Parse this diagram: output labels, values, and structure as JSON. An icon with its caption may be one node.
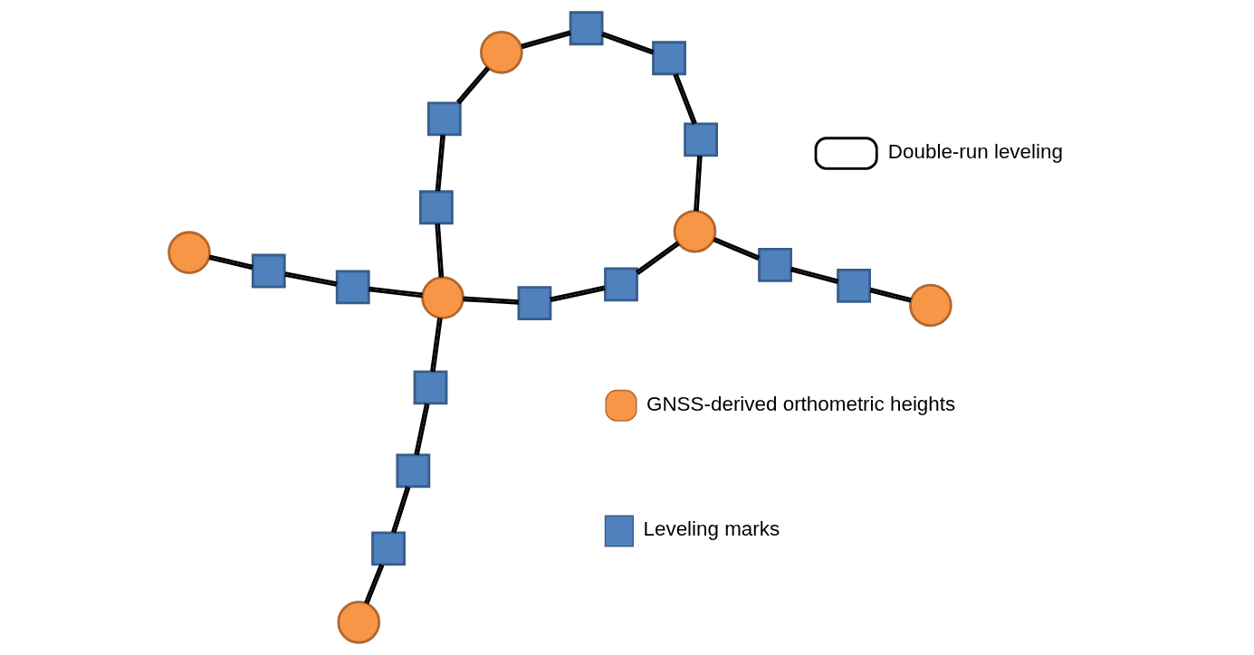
{
  "diagram": {
    "nodes": [
      {
        "text": [],
        "shape": "circle"
      },
      {
        "text": [],
        "shape": "box"
      },
      {
        "text": [],
        "shape": "circle"
      },
      {
        "text": [],
        "shape": "box"
      },
      {
        "text": [],
        "shape": "box"
      },
      {
        "text": [],
        "shape": "box"
      },
      {
        "text": [],
        "shape": "box"
      },
      {
        "text": [],
        "shape": "circle"
      },
      {
        "text": [],
        "shape": "box"
      },
      {
        "text": [],
        "shape": "box"
      },
      {
        "text": [],
        "shape": "box"
      },
      {
        "text": [],
        "shape": "circle"
      },
      {
        "text": [],
        "shape": "box"
      },
      {
        "text": [],
        "shape": "box"
      },
      {
        "text": [],
        "shape": "box"
      },
      {
        "text": [],
        "shape": "box"
      },
      {
        "text": [],
        "shape": "circle"
      },
      {
        "text": [],
        "shape": "box"
      },
      {
        "text": [],
        "shape": "box"
      },
      {
        "text": [],
        "shape": "circle"
      }
    ],
    "edges": [
      {
        "from": 2,
        "to": 3,
        "arrow": "none"
      },
      {
        "from": 3,
        "to": 4,
        "arrow": "none"
      },
      {
        "from": 4,
        "to": 6,
        "arrow": "none"
      },
      {
        "from": 6,
        "to": 7,
        "arrow": "none"
      },
      {
        "from": 0,
        "to": 1,
        "arrow": "none"
      },
      {
        "from": 1,
        "to": 5,
        "arrow": "none"
      },
      {
        "from": 5,
        "to": 7,
        "arrow": "none"
      },
      {
        "from": 7,
        "to": 8,
        "arrow": "none"
      },
      {
        "from": 8,
        "to": 10,
        "arrow": "none"
      },
      {
        "from": 10,
        "to": 11,
        "arrow": "none"
      },
      {
        "from": 7,
        "to": 9,
        "arrow": "none"
      },
      {
        "from": 9,
        "to": 13,
        "arrow": "none"
      },
      {
        "from": 13,
        "to": 19,
        "arrow": "none"
      },
      {
        "from": 11,
        "to": 14,
        "arrow": "none"
      },
      {
        "from": 14,
        "to": 17,
        "arrow": "none"
      },
      {
        "from": 17,
        "to": 18,
        "arrow": "none"
      },
      {
        "from": 18,
        "to": 19,
        "arrow": "none"
      },
      {
        "from": 16,
        "to": 15,
        "arrow": "none"
      },
      {
        "from": 15,
        "to": 12,
        "arrow": "none"
      },
      {
        "from": 12,
        "to": 11,
        "arrow": "none"
      }
    ],
    "legend": [
      {
        "text": "GNSS-derived orthometric heights"
      },
      {
        "text": "Leveling marks"
      },
      {
        "text": "Double-run leveling"
      }
    ]
  }
}
